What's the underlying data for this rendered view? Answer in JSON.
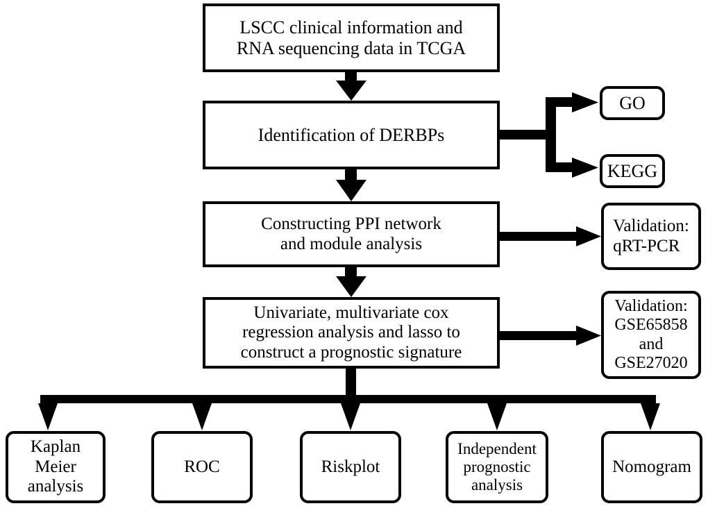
{
  "diagram": {
    "title": "LSCC DERBP prognostic signature analysis workflow",
    "type": "flowchart",
    "background_color": "#ffffff",
    "line_color": "#000000",
    "box_fill_color": "#ffffff"
  },
  "nodes": {
    "data_source": {
      "label": "LSCC clinical information and\nRNA sequencing data in TCGA",
      "shape": "rectangle"
    },
    "identification": {
      "label": "Identification of DERBPs",
      "shape": "rectangle"
    },
    "go": {
      "label": "GO",
      "shape": "rounded-rectangle"
    },
    "kegg": {
      "label": "KEGG",
      "shape": "rounded-rectangle"
    },
    "ppi": {
      "label": "Constructing PPI  network\nand module analysis",
      "shape": "rectangle"
    },
    "validation_qrtpcr": {
      "label": "Validation:\nqRT-PCR",
      "shape": "rounded-rectangle"
    },
    "cox": {
      "label": "Univariate, multivariate cox\nregression analysis and lasso to\nconstruct a prognostic signature",
      "shape": "rectangle"
    },
    "validation_gse": {
      "label": "Validation:\nGSE65858\nand\nGSE27020",
      "shape": "rounded-rectangle"
    },
    "kaplan_meier": {
      "label": "Kaplan\nMeier\nanalysis",
      "shape": "rounded-rectangle"
    },
    "roc": {
      "label": "ROC",
      "shape": "rounded-rectangle"
    },
    "riskplot": {
      "label": "Riskplot",
      "shape": "rounded-rectangle"
    },
    "independent_prognostic": {
      "label": "Independent\nprognostic\nanalysis",
      "shape": "rounded-rectangle"
    },
    "nomogram": {
      "label": "Nomogram",
      "shape": "rounded-rectangle"
    }
  },
  "edges": [
    {
      "from": "data_source",
      "to": "identification",
      "style": "arrow-down"
    },
    {
      "from": "identification",
      "to": "go",
      "style": "branch-right-up"
    },
    {
      "from": "identification",
      "to": "kegg",
      "style": "branch-right-down"
    },
    {
      "from": "identification",
      "to": "ppi",
      "style": "arrow-down"
    },
    {
      "from": "ppi",
      "to": "validation_qrtpcr",
      "style": "arrow-right"
    },
    {
      "from": "ppi",
      "to": "cox",
      "style": "arrow-down"
    },
    {
      "from": "cox",
      "to": "validation_gse",
      "style": "arrow-right"
    },
    {
      "from": "cox",
      "to": "kaplan_meier",
      "style": "bus-down"
    },
    {
      "from": "cox",
      "to": "roc",
      "style": "bus-down"
    },
    {
      "from": "cox",
      "to": "riskplot",
      "style": "bus-down"
    },
    {
      "from": "cox",
      "to": "independent_prognostic",
      "style": "bus-down"
    },
    {
      "from": "cox",
      "to": "nomogram",
      "style": "bus-down"
    }
  ]
}
